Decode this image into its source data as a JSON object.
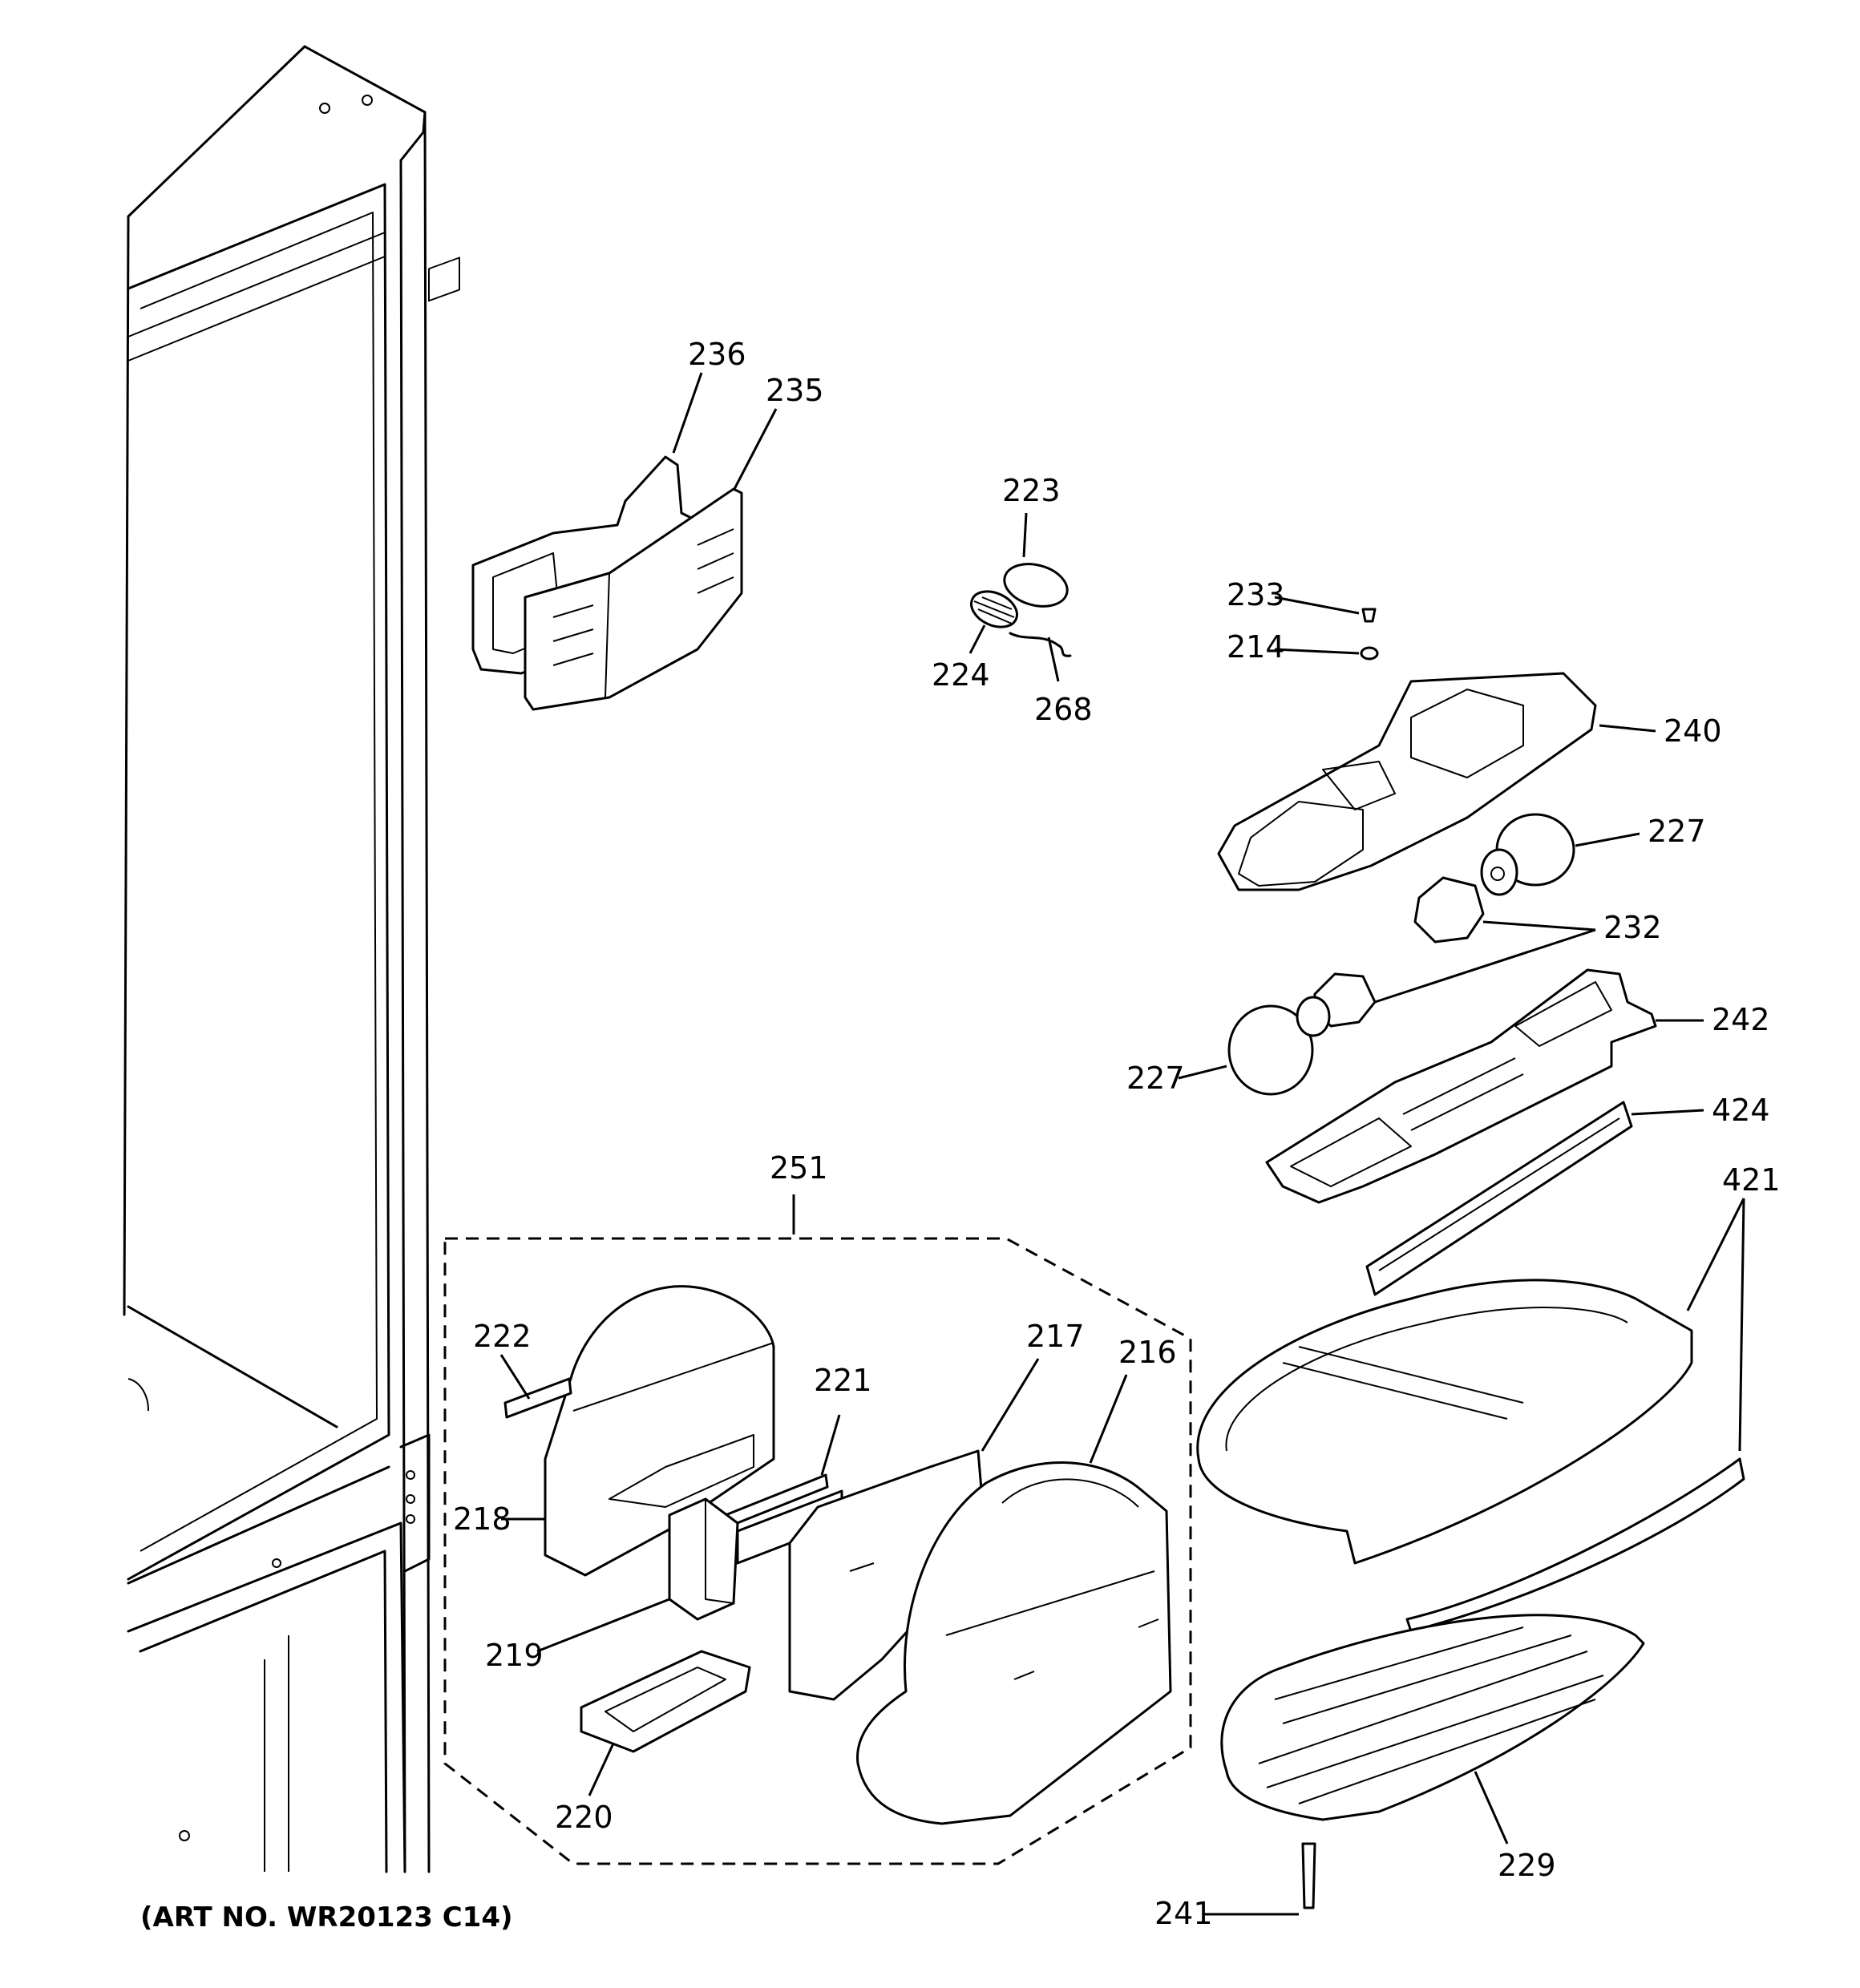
{
  "diagram": {
    "art_number": "(ART NO. WR20123 C14)",
    "callouts": {
      "c236": "236",
      "c235": "235",
      "c223": "223",
      "c224": "224",
      "c268": "268",
      "c233": "233",
      "c214": "214",
      "c240": "240",
      "c227a": "227",
      "c232": "232",
      "c242": "242",
      "c227b": "227",
      "c424": "424",
      "c251": "251",
      "c421": "421",
      "c222": "222",
      "c221": "221",
      "c217": "217",
      "c216": "216",
      "c218": "218",
      "c219": "219",
      "c220": "220",
      "c229": "229",
      "c241": "241"
    }
  }
}
